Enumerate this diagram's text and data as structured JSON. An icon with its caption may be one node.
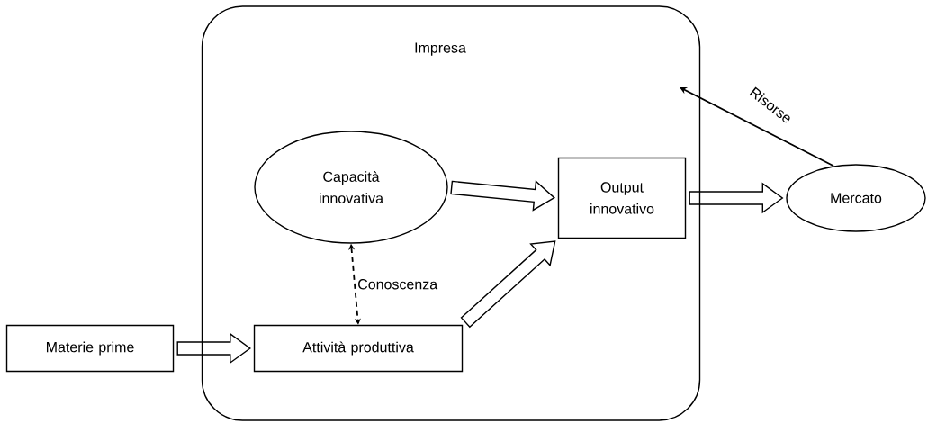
{
  "diagram": {
    "nodes": [
      {
        "text": [
          "Impresa"
        ]
      },
      {
        "text": [
          "Capacità innovativa"
        ],
        "in": 0
      },
      {
        "text": [
          "Output innovativo"
        ],
        "in": 0
      },
      {
        "text": [
          "Attività produttiva"
        ],
        "in": 0
      },
      {
        "text": [
          "Materie prime"
        ]
      },
      {
        "text": [
          "Mercato"
        ]
      }
    ],
    "edges": [
      {
        "from": 1,
        "to": 2,
        "arrow": "to",
        "style": "thick"
      },
      {
        "from": 1,
        "to": 3,
        "arrow": "both",
        "style": "dashed",
        "label": "Conoscenza"
      },
      {
        "from": 4,
        "to": 3,
        "arrow": "to",
        "style": "thick"
      },
      {
        "from": 3,
        "to": 2,
        "arrow": "to",
        "style": "thick"
      },
      {
        "from": 2,
        "to": 5,
        "arrow": "to",
        "style": "thick"
      },
      {
        "from": 5,
        "to": null,
        "arrow": "to",
        "label": "Risorse"
      }
    ]
  }
}
